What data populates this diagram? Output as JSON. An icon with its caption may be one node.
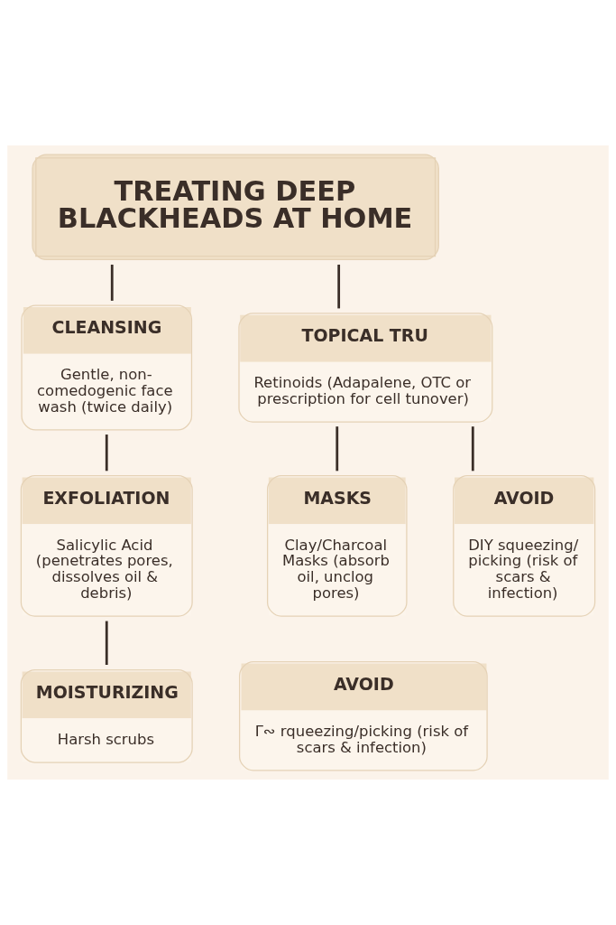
{
  "diagram": {
    "nodes": [
      {
        "text": [
          "TREATING DEEP BLACKHEADS AT HOME"
        ]
      },
      {
        "text": [
          "CLEANSING",
          "Gentle, non-comedogenic face wash (twice daily)"
        ]
      },
      {
        "text": [
          "TOPICAL TRU",
          "Retinoids (Adapalene, OTC or prescription for cell tunover)"
        ]
      },
      {
        "text": [
          "EXFOLIATION",
          "Salicylic Acid (penetrates pores, dissolves oil & debris)"
        ]
      },
      {
        "text": [
          "MASKS",
          "Clay/Charcoal Masks (absorb oil, unclog pores)"
        ]
      },
      {
        "text": [
          "AVOID",
          "DIY squeezing/ picking (risk of scars & infection)"
        ]
      },
      {
        "text": [
          "MOISTURIZING",
          "Harsh scrubs"
        ]
      },
      {
        "text": [
          "AVOID",
          "Γ∾ rqueezing/picking (risk of scars & infection)"
        ]
      }
    ],
    "edges": [
      {
        "from": 0,
        "to": 1,
        "arrow": "none"
      },
      {
        "from": 0,
        "to": 2,
        "arrow": "none"
      },
      {
        "from": 1,
        "to": 3,
        "arrow": "none"
      },
      {
        "from": 2,
        "to": 4,
        "arrow": "none"
      },
      {
        "from": 2,
        "to": 5,
        "arrow": "none"
      },
      {
        "from": 3,
        "to": 6,
        "arrow": "none"
      }
    ]
  }
}
